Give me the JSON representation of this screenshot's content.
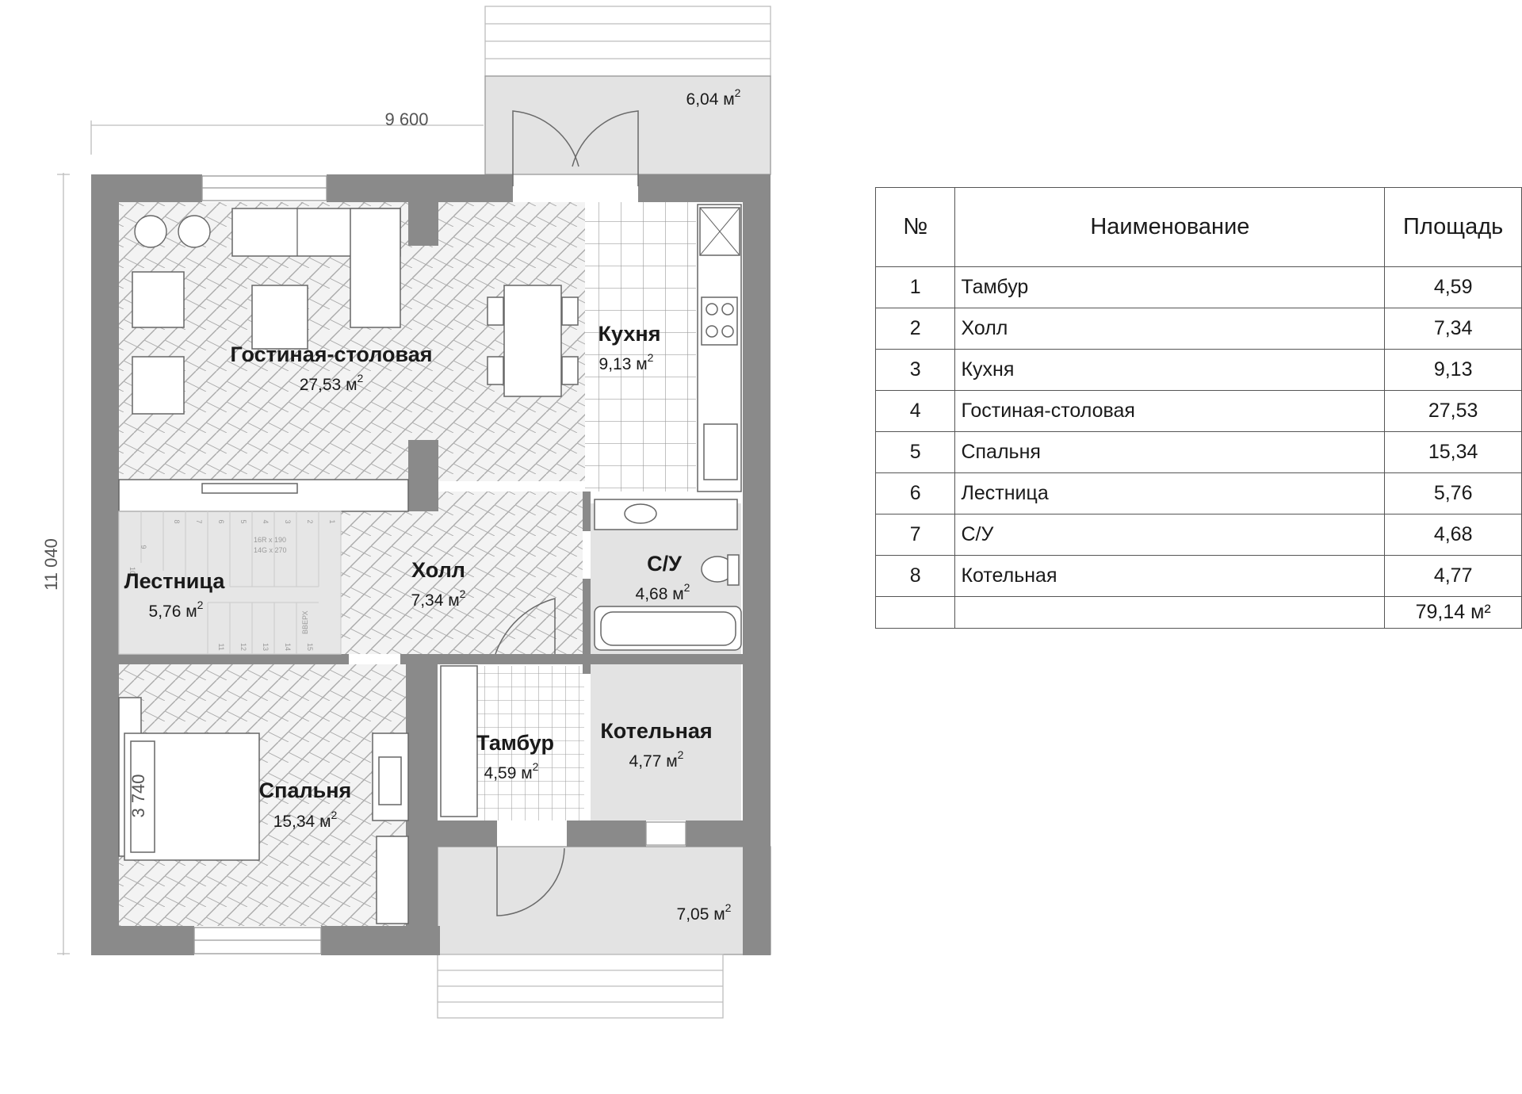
{
  "dimensions": {
    "width": "9 600",
    "height": "11 040",
    "bedroom_width": "3 740"
  },
  "rooms": [
    {
      "id": "living",
      "name": "Гостиная-столовая",
      "area": "27,53 м"
    },
    {
      "id": "kitchen",
      "name": "Кухня",
      "area": "9,13 м"
    },
    {
      "id": "stairs",
      "name": "Лестница",
      "area": "5,76 м"
    },
    {
      "id": "hall",
      "name": "Холл",
      "area": "7,34 м"
    },
    {
      "id": "wc",
      "name": "С/У",
      "area": "4,68 м"
    },
    {
      "id": "bedroom",
      "name": "Спальня",
      "area": "15,34 м"
    },
    {
      "id": "vestibule",
      "name": "Тамбур",
      "area": "4,59 м"
    },
    {
      "id": "boiler",
      "name": "Котельная",
      "area": "4,77 м"
    }
  ],
  "terraces": {
    "top": "6,04 м",
    "bottom": "7,05 м"
  },
  "area_superscript": "2",
  "stair_labels": {
    "riser": "16R x 190",
    "tread": "14G x 270",
    "arrow_label": "ВВЕРХ",
    "numbers": [
      "1",
      "2",
      "3",
      "4",
      "5",
      "6",
      "7",
      "8",
      "9",
      "10",
      "11",
      "12",
      "13",
      "14",
      "15"
    ]
  },
  "table": {
    "headers": {
      "no": "№",
      "name": "Наименование",
      "area": "Площадь"
    },
    "rows": [
      {
        "no": "1",
        "name": "Тамбур",
        "area": "4,59"
      },
      {
        "no": "2",
        "name": "Холл",
        "area": "7,34"
      },
      {
        "no": "3",
        "name": "Кухня",
        "area": "9,13"
      },
      {
        "no": "4",
        "name": "Гостиная-столовая",
        "area": "27,53"
      },
      {
        "no": "5",
        "name": "Спальня",
        "area": "15,34"
      },
      {
        "no": "6",
        "name": "Лестница",
        "area": "5,76"
      },
      {
        "no": "7",
        "name": "С/У",
        "area": "4,68"
      },
      {
        "no": "8",
        "name": "Котельная",
        "area": "4,77"
      }
    ],
    "total": "79,14 м²"
  },
  "colors": {
    "wall": "#8a8a8a",
    "terrace": "#e3e3e3",
    "parquet_line": "#a9a9a9",
    "tile": "#9a9a9a"
  }
}
